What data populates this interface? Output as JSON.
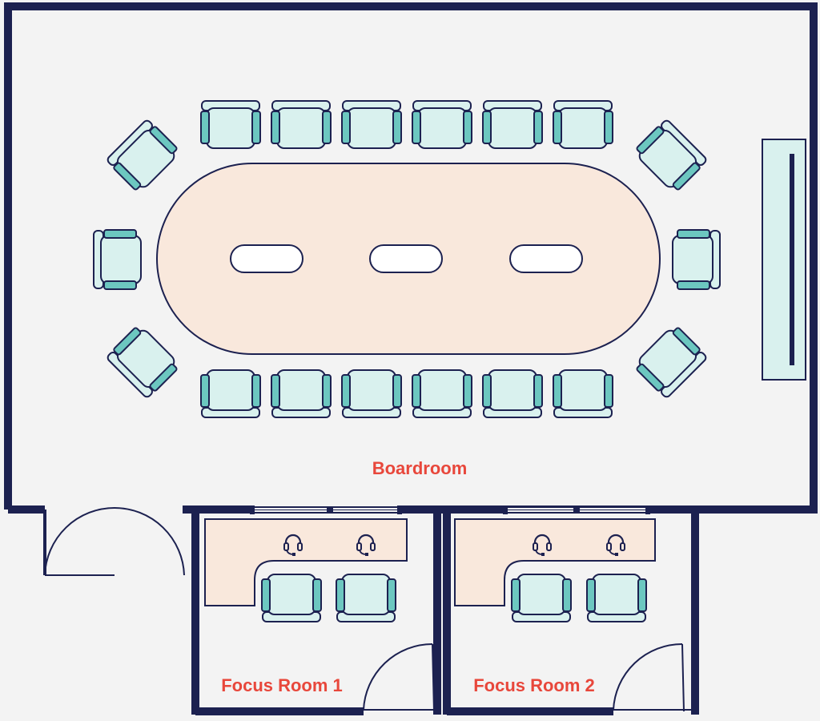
{
  "labels": {
    "boardroom": "Boardroom",
    "focus_room_1": "Focus Room 1",
    "focus_room_2": "Focus Room 2"
  },
  "colors": {
    "background": "#f3f3f3",
    "wall": "#1c2150",
    "table": "#f9e8dc",
    "chair": "#d9f1ee",
    "chair_arm": "#6cc7c0",
    "label": "#e8473b",
    "screen": "#d9f1ee"
  },
  "icons": {
    "chair": "chair-icon",
    "headset": "headset-icon",
    "door": "door-icon",
    "window": "window-icon",
    "screen": "display-screen-icon"
  }
}
